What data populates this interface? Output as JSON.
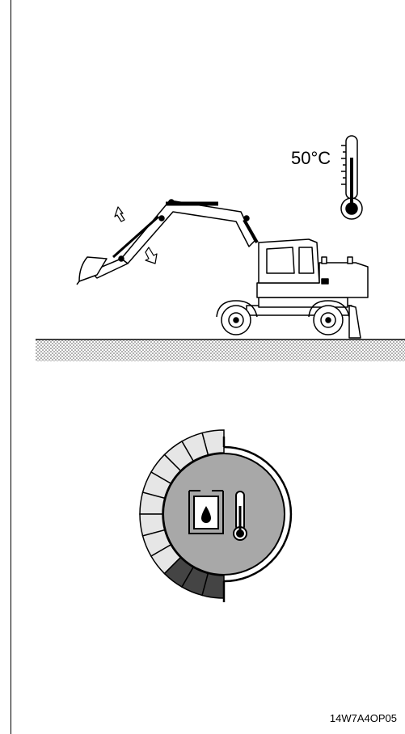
{
  "temperature": {
    "label": "50°C"
  },
  "figure": {
    "code": "14W7A4OP05"
  },
  "gauge": {
    "segments_total": 12,
    "segments_red": 3,
    "colors": {
      "normal": "#e6e6e6",
      "warning": "#444444",
      "face": "#a8a8a8"
    }
  }
}
